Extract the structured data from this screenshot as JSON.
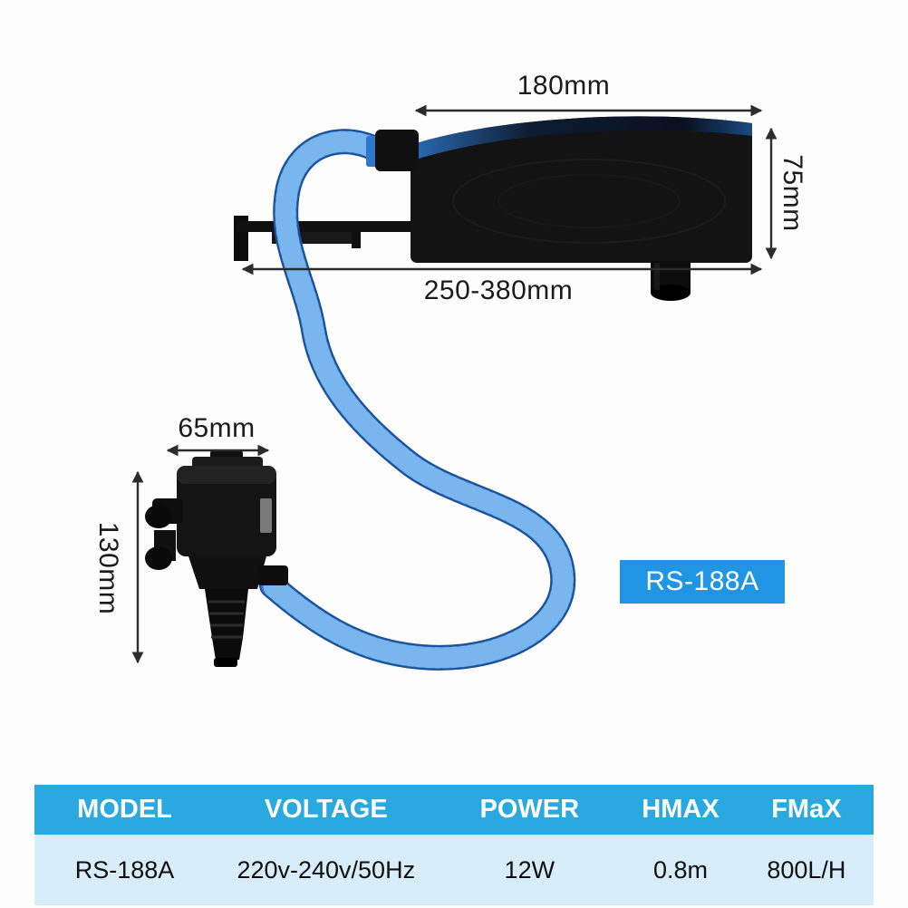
{
  "background": "#fdfdfd",
  "badge": {
    "label": "RS-188A",
    "bg": "#2095e3",
    "fg": "#ffffff"
  },
  "annotations": {
    "filter_width": "180mm",
    "filter_height": "75mm",
    "mount_range": "250-380mm",
    "pump_width": "65mm",
    "pump_height": "130mm"
  },
  "illustration": {
    "hose_color": "#2e78cc",
    "hose_rib_color": "#79b6ee",
    "body_color": "#141414",
    "arrow_color": "#2c2c2c"
  },
  "spec_table": {
    "header_bg": "#29a9e0",
    "row_bg": "#d8edfa",
    "headers": [
      "MODEL",
      "VOLTAGE",
      "POWER",
      "HMAX",
      "FMaX"
    ],
    "row": [
      "RS-188A",
      "220v-240v/50Hz",
      "12W",
      "0.8m",
      "800L/H"
    ]
  }
}
